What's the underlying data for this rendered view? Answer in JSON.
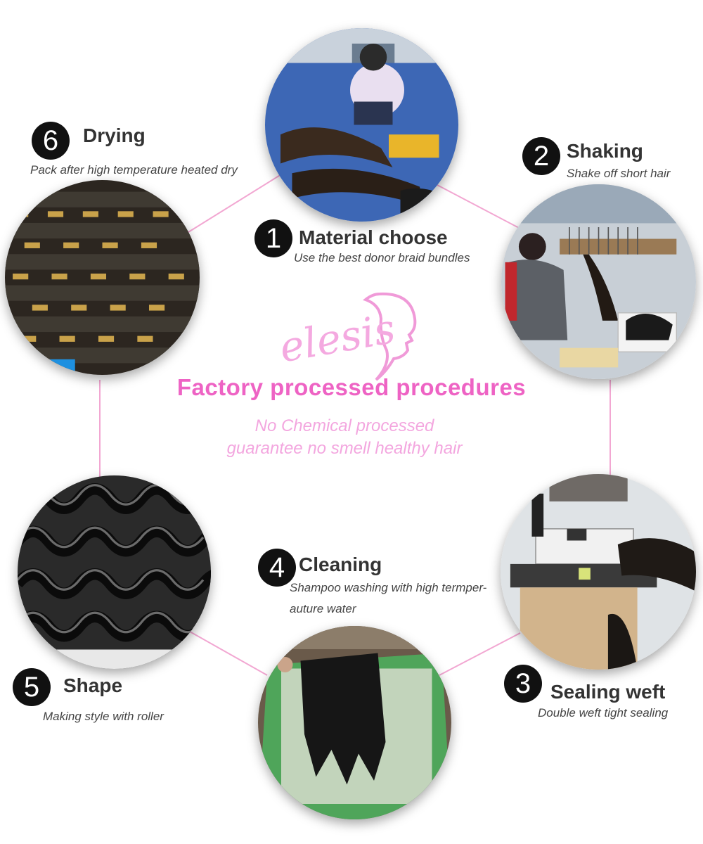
{
  "brand": {
    "logo_text": "elesis",
    "color": "#ee63c4"
  },
  "headline": {
    "title": "Factory processed procedures",
    "subtitle_line1": "No Chemical processed",
    "subtitle_line2": "guarantee no smell healthy hair"
  },
  "connector_color": "#f2a7d2",
  "steps": [
    {
      "number": "1",
      "title": "Material choose",
      "description": "Use the best donor braid bundles"
    },
    {
      "number": "2",
      "title": "Shaking",
      "description": "Shake off short hair"
    },
    {
      "number": "3",
      "title": "Sealing weft",
      "description": "Double weft tight sealing"
    },
    {
      "number": "4",
      "title": "Cleaning",
      "description_line1": "Shampoo washing  with high termper-",
      "description_line2": "auture water"
    },
    {
      "number": "5",
      "title": "Shape",
      "description": "Making style with  roller"
    },
    {
      "number": "6",
      "title": "Drying",
      "description": "Pack after high temperature  heated dry"
    }
  ]
}
